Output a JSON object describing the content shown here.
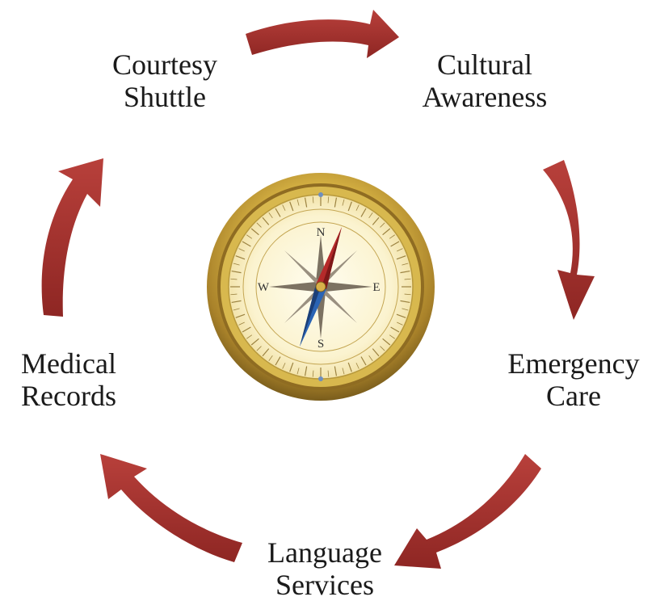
{
  "diagram": {
    "type": "cycle",
    "nodes": [
      {
        "id": "courtesy",
        "lines": [
          "Courtesy",
          "Shuttle"
        ]
      },
      {
        "id": "cultural",
        "lines": [
          "Cultural",
          "Awareness"
        ]
      },
      {
        "id": "emergency",
        "lines": [
          "Emergency",
          "Care"
        ]
      },
      {
        "id": "language",
        "lines": [
          "Language",
          "Services"
        ]
      },
      {
        "id": "medical",
        "lines": [
          "Medical",
          "Records"
        ]
      }
    ],
    "edges": [
      {
        "from": "courtesy",
        "to": "cultural"
      },
      {
        "from": "cultural",
        "to": "emergency"
      },
      {
        "from": "emergency",
        "to": "language"
      },
      {
        "from": "language",
        "to": "medical"
      },
      {
        "from": "medical",
        "to": "courtesy"
      }
    ],
    "arrow_color": "#9b2d2a",
    "arrow_highlight": "#b8403b"
  },
  "compass": {
    "cardinals": {
      "n": "N",
      "e": "E",
      "s": "S",
      "w": "W"
    },
    "colors": {
      "rim": "#c9a43a",
      "face": "#fbf6d8",
      "needle_north": "#b52a2a",
      "needle_south": "#2a64b4"
    }
  }
}
